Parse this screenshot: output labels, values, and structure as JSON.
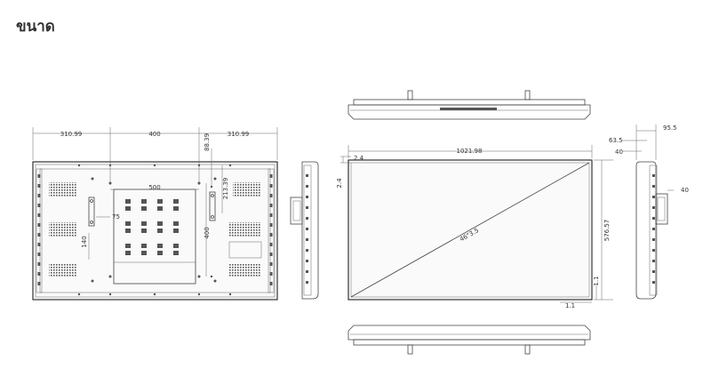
{
  "page": {
    "heading": "ขนาด"
  },
  "rear_view": {
    "dims": {
      "left_span": "310.99",
      "mid_span": "400",
      "right_span": "310.99",
      "top_offset": "88.39",
      "inner_width": "500",
      "inner_offset": "213.39",
      "hole_v_spacing": "400",
      "bracket_width": "75",
      "bracket_height": "140"
    }
  },
  "front_view": {
    "dims": {
      "width": "1021.98",
      "height": "576.57",
      "diagonal": "46\"3.5",
      "bezel_left": "2.4",
      "bezel_top": "2.4",
      "bezel_bottom": "1.1",
      "bezel_right": "1.1"
    }
  },
  "side_view": {
    "dims": {
      "depth_total": "95.5",
      "depth_mid": "63.5",
      "depth_small": "40",
      "bracket_depth": "40"
    }
  }
}
